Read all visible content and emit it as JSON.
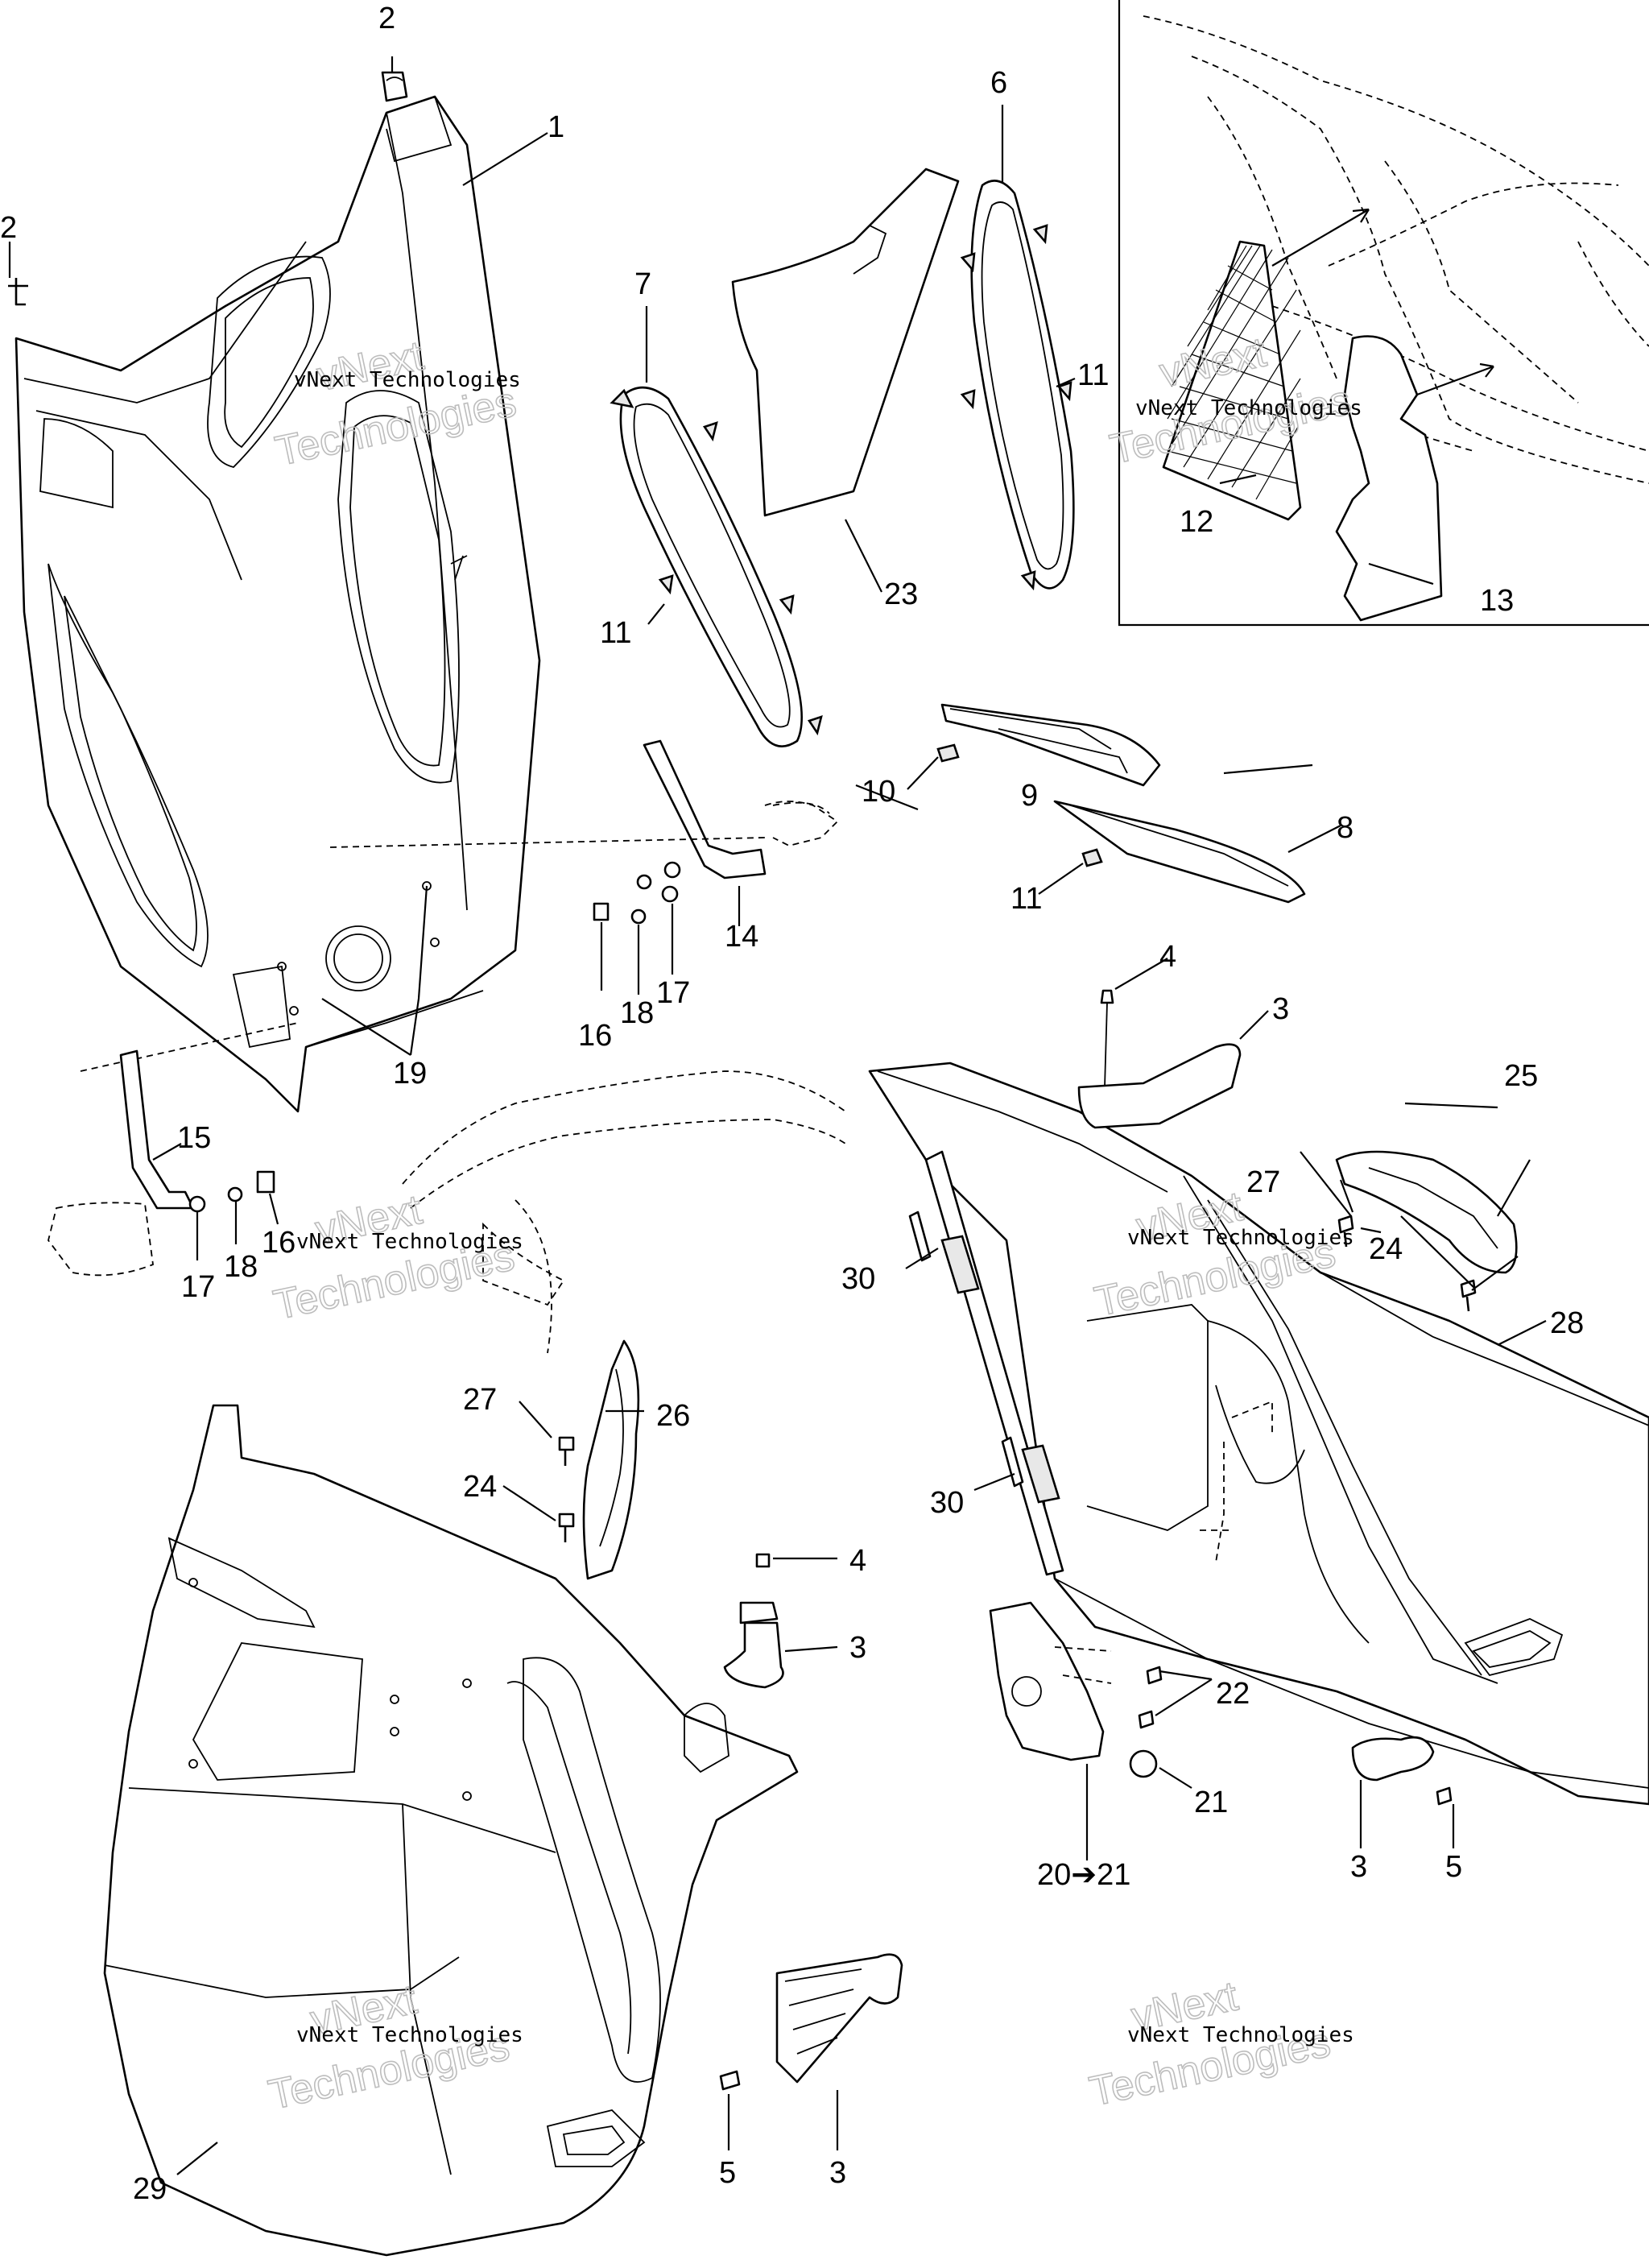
{
  "watermark": {
    "line1": "vNext Technologies",
    "line2": "vNext",
    "line3": "Technologies"
  },
  "callouts": {
    "c1": "1",
    "c2a": "2",
    "c2b": "2",
    "c3a": "3",
    "c3b": "3",
    "c3c": "3",
    "c3d": "3",
    "c4a": "4",
    "c4b": "4",
    "c5a": "5",
    "c5b": "5",
    "c6": "6",
    "c7": "7",
    "c8": "8",
    "c9": "9",
    "c10": "10",
    "c11a": "11",
    "c11b": "11",
    "c11c": "11",
    "c12": "12",
    "c13": "13",
    "c14": "14",
    "c15": "15",
    "c16a": "16",
    "c16b": "16",
    "c17a": "17",
    "c17b": "17",
    "c18a": "18",
    "c18b": "18",
    "c19": "19",
    "c20": "20➔21",
    "c21": "21",
    "c22": "22",
    "c23": "23",
    "c24a": "24",
    "c24b": "24",
    "c25": "25",
    "c26": "26",
    "c27a": "27",
    "c27b": "27",
    "c28": "28",
    "c29": "29",
    "c30a": "30",
    "c30b": "30"
  }
}
